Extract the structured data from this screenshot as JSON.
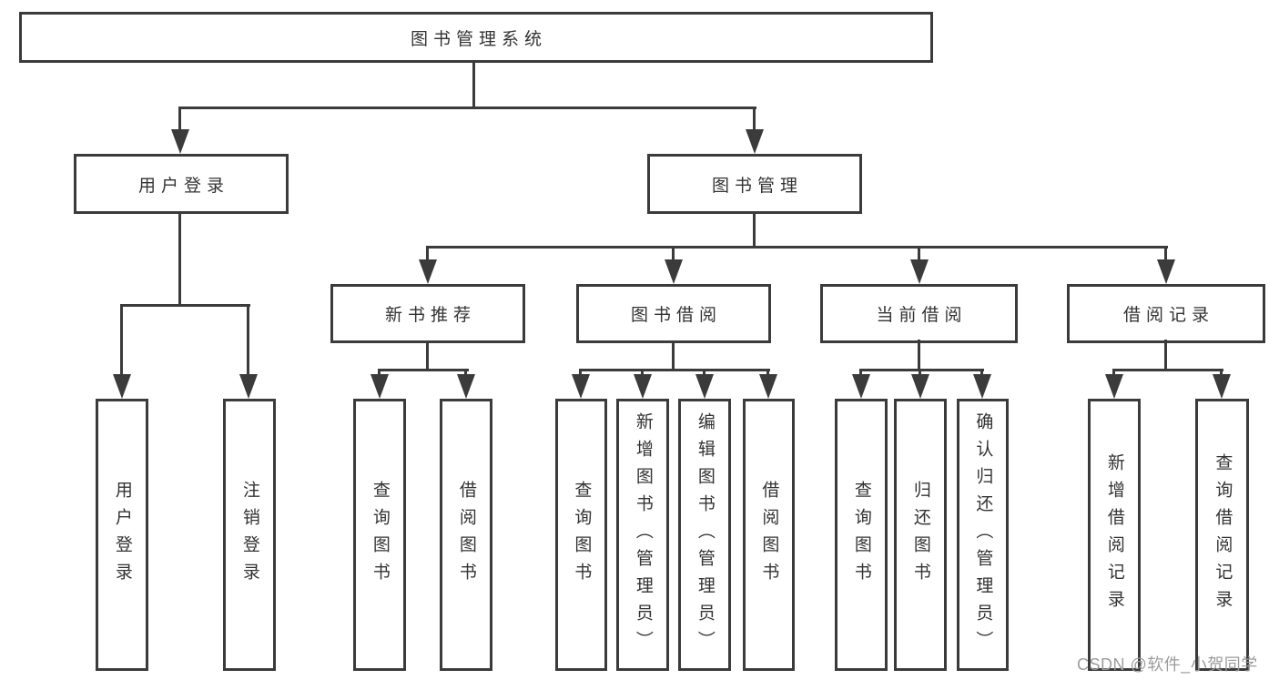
{
  "diagram": {
    "root": {
      "label": "图书管理系统"
    },
    "level2": {
      "user_login": {
        "label": "用户登录",
        "children": [
          {
            "label": "用户登录"
          },
          {
            "label": "注销登录"
          }
        ]
      },
      "book_mgmt": {
        "label": "图书管理",
        "groups": [
          {
            "label": "新书推荐",
            "children": [
              {
                "label": "查询图书"
              },
              {
                "label": "借阅图书"
              }
            ]
          },
          {
            "label": "图书借阅",
            "children": [
              {
                "label": "查询图书"
              },
              {
                "label": "新增图书（管理员）"
              },
              {
                "label": "编辑图书（管理员）"
              },
              {
                "label": "借阅图书"
              }
            ]
          },
          {
            "label": "当前借阅",
            "children": [
              {
                "label": "查询图书"
              },
              {
                "label": "归还图书"
              },
              {
                "label": "确认归还（管理员）"
              }
            ]
          },
          {
            "label": "借阅记录",
            "children": [
              {
                "label": "新增借阅记录"
              },
              {
                "label": "查询借阅记录"
              }
            ]
          }
        ]
      }
    }
  },
  "watermark": {
    "text": "CSDN @软件_小贺同学"
  },
  "colors": {
    "line": "#3b3b3b",
    "text": "#333333",
    "watermark": "#9c9c9c",
    "background": "#ffffff"
  }
}
